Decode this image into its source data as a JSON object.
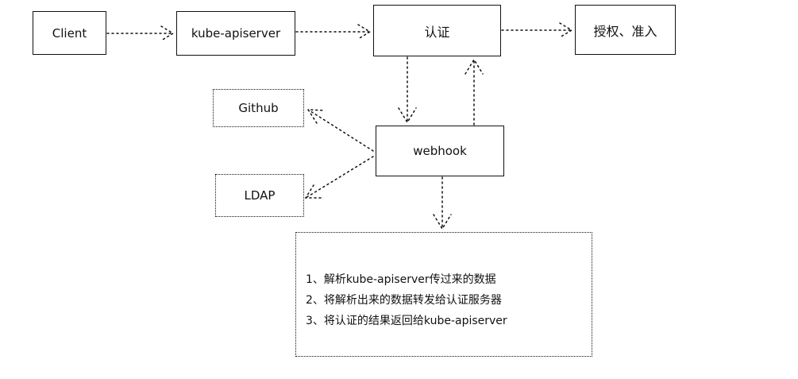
{
  "nodes": {
    "client": "Client",
    "apiserver": "kube-apiserver",
    "auth": "认证",
    "authz": "授权、准入",
    "github": "Github",
    "webhook": "webhook",
    "ldap": "LDAP"
  },
  "notes": [
    "1、解析kube-apiserver传过来的数据",
    "2、将解析出来的数据转发给认证服务器",
    "3、将认证的结果返回给kube-apiserver"
  ],
  "edges": [
    {
      "from": "client",
      "to": "apiserver"
    },
    {
      "from": "apiserver",
      "to": "auth"
    },
    {
      "from": "auth",
      "to": "authz"
    },
    {
      "from": "auth",
      "to": "webhook"
    },
    {
      "from": "webhook",
      "to": "auth"
    },
    {
      "from": "webhook",
      "to": "github"
    },
    {
      "from": "webhook",
      "to": "ldap"
    },
    {
      "from": "webhook",
      "to": "notes"
    }
  ]
}
